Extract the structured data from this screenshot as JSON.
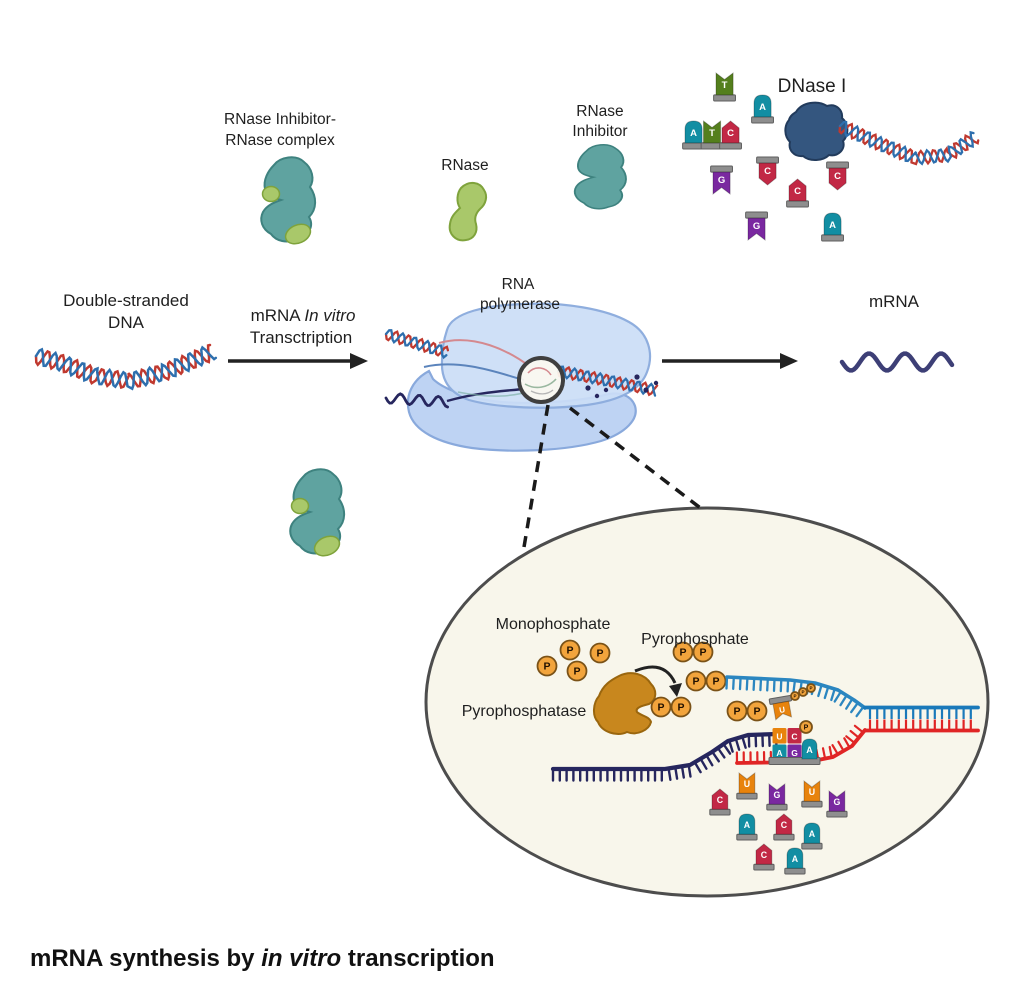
{
  "title": {
    "normal1": "mRNA synthesis by ",
    "italic": "in vitro",
    "normal2": " transcription"
  },
  "labels": {
    "rnase_complex_1": "RNase Inhibitor-",
    "rnase_complex_2": "RNase complex",
    "rnase": "RNase",
    "rnase_inhibitor_1": "RNase",
    "rnase_inhibitor_2": "Inhibitor",
    "dnase": "DNase I",
    "dsdna_1": "Double-stranded",
    "dsdna_2": "DNA",
    "reaction_normal": "mRNA ",
    "reaction_italic": "In vitro",
    "reaction_2": "Transctription",
    "polymerase_1": "RNA",
    "polymerase_2": "polymerase",
    "mrna": "mRNA",
    "monophosphate": "Monophosphate",
    "pyrophosphate": "Pyrophosphate",
    "pyrophosphatase": "Pyrophosphatase",
    "phosphate": "P"
  },
  "nucleotides": {
    "dnase_cluster": [
      "T",
      "A",
      "A",
      "T",
      "C",
      "G",
      "C",
      "C",
      "C",
      "G",
      "A"
    ],
    "ellipse_cluster": [
      "C",
      "U",
      "G",
      "U",
      "G",
      "A",
      "C",
      "A",
      "C",
      "A"
    ],
    "fork_columns": [
      [
        "U",
        "A"
      ],
      [
        "C",
        "G"
      ]
    ],
    "fork_incoming": "A",
    "free_nucleotide": "U"
  },
  "colors": {
    "nt": {
      "A": "#128ea3",
      "T": "#547f1d",
      "C": "#c22845",
      "G": "#7a28a0",
      "U": "#e8830c"
    },
    "nt_base": "#8e8e8e",
    "phosphate_fill": "#f2a43c",
    "phosphate_stroke": "#7a5217",
    "dna_red": "#c0392f",
    "dna_blue": "#2e6fae",
    "duplex_red": "#e02525",
    "duplex_blue": "#1a79ba",
    "fork_cyan": "#2b86c0",
    "template_navy": "#26265e",
    "mrna_indigo": "#3d3f76",
    "rnase_green": "#a9c86a",
    "inhibitor_teal": "#5fa3a0",
    "dnase_navy": "#34567f",
    "pyrophosphatase_gold": "#c8871e",
    "polymerase_blue": "#cbddf6",
    "polymerase_jaw": "#bbd1f2",
    "ellipse_fill": "#f8f6eb",
    "text": "#1f1f1f"
  }
}
